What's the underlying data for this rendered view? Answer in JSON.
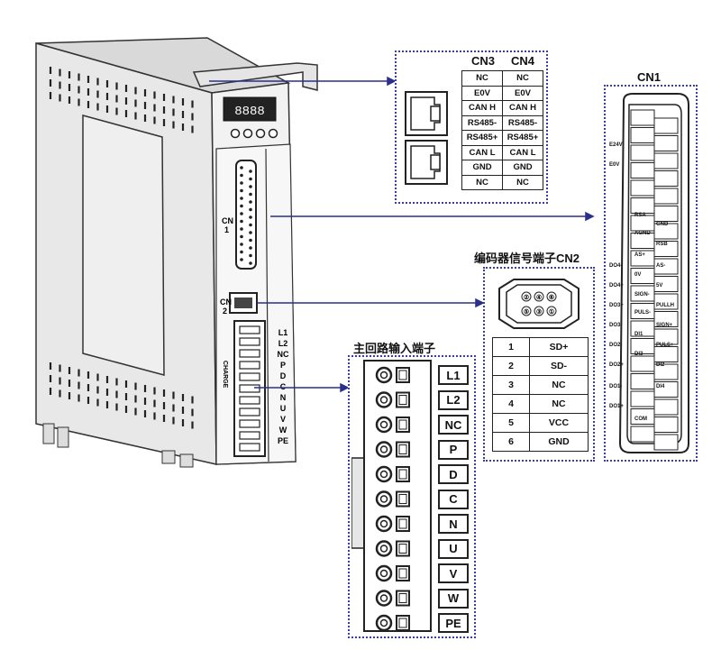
{
  "cn34": {
    "headers": [
      "CN3",
      "CN4"
    ],
    "rows": [
      [
        "NC",
        "NC"
      ],
      [
        "E0V",
        "E0V"
      ],
      [
        "CAN H",
        "CAN H"
      ],
      [
        "RS485-",
        "RS485-"
      ],
      [
        "RS485+",
        "RS485+"
      ],
      [
        "CAN L",
        "CAN L"
      ],
      [
        "GND",
        "GND"
      ],
      [
        "NC",
        "NC"
      ]
    ]
  },
  "cn1": {
    "title": "CN1",
    "left_pins": [
      "E24V",
      "E0V",
      "DO4-",
      "DO4+",
      "DO3+",
      "DO3-",
      "DO2-",
      "DO2+",
      "DO1-",
      "DO1+"
    ],
    "mid_pins": [
      "RSA",
      "AGND",
      "AS+",
      "0V",
      "SIGN-",
      "PULS-",
      "DI1",
      "DI3",
      "COM"
    ],
    "right_pins": [
      "GND",
      "RSB",
      "AS-",
      "5V",
      "PULLH",
      "SIGN+",
      "PULS+",
      "DI2",
      "DI4"
    ]
  },
  "cn2": {
    "title": "编码器信号端子CN2",
    "connector_pins": [
      "②",
      "④",
      "⑥",
      "⑤",
      "③",
      "①"
    ],
    "rows": [
      [
        "1",
        "SD+"
      ],
      [
        "2",
        "SD-"
      ],
      [
        "3",
        "NC"
      ],
      [
        "4",
        "NC"
      ],
      [
        "5",
        "VCC"
      ],
      [
        "6",
        "GND"
      ]
    ]
  },
  "main_terminal": {
    "title": "主回路输入端子",
    "labels": [
      "L1",
      "L2",
      "NC",
      "P",
      "D",
      "C",
      "N",
      "U",
      "V",
      "W",
      "PE"
    ]
  },
  "drive": {
    "cn1_label": "CN\n1",
    "cn2_label": "CN\n2",
    "charge_label": "CHARGE",
    "side_labels": [
      "L1",
      "L2",
      "NC",
      "P",
      "D",
      "C",
      "N",
      "U",
      "V",
      "W",
      "PE"
    ],
    "display_text": "8888"
  },
  "colors": {
    "leader": "#2a2f8f",
    "dash": "#3a3f9a"
  }
}
